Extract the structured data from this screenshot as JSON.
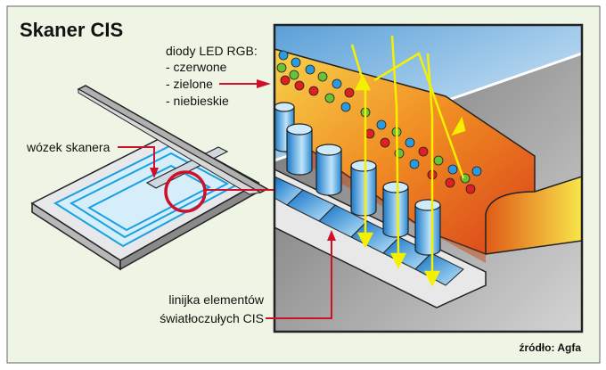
{
  "title": "Skaner CIS",
  "labels": {
    "leds_heading": "diody LED RGB:",
    "leds_red": "- czerwone",
    "leds_green": "- zielone",
    "leds_blue": "- niebieskie",
    "carriage": "wózek skanera",
    "sensor_line1": "linijka elementów",
    "sensor_line2": "światłoczułych CIS"
  },
  "source": "źródło: Agfa",
  "colors": {
    "background": "#eef5e4",
    "pointer": "#d0102a",
    "light_ray": "#f5f000",
    "sensor_blue": "#1a8fdc",
    "led_bar": "#f07a1a"
  }
}
